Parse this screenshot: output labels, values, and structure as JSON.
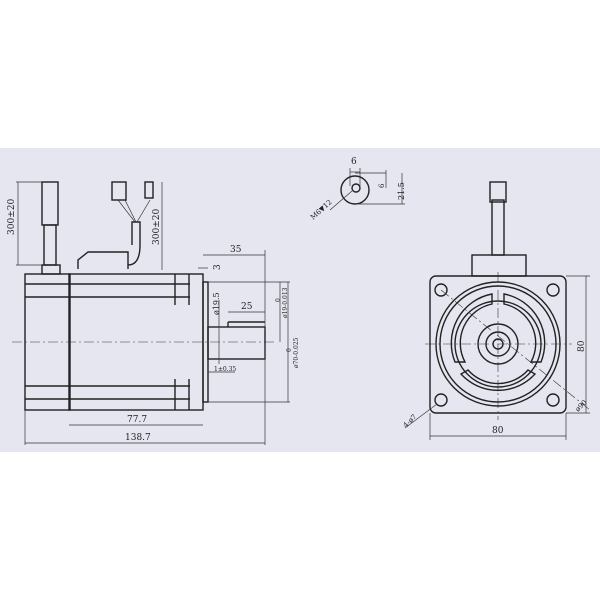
{
  "side_view": {
    "cable1_length": "300±20",
    "cable2_length": "300±20",
    "shaft_length": "35",
    "flange_offset": "3",
    "key_length": "25",
    "shaft_dia_relief": "ø19.5",
    "shaft_dia": "ø19-0.013",
    "shaft_dia_upper": "0",
    "spigot_dia": "ø70-0.025",
    "spigot_dia_upper": "0",
    "spigot_tol": "1±0.35",
    "body_length": "77.7",
    "total_length": "138.7"
  },
  "shaft_section": {
    "key_width": "6",
    "key_depth": "6",
    "key_height": "21.5",
    "thread": "M6▼12"
  },
  "front_view": {
    "holes": "4-ø7",
    "pcd": "ø90",
    "height": "80",
    "width": "80"
  },
  "colors": {
    "background_band": "#e6e6f1",
    "line": "#222222"
  }
}
